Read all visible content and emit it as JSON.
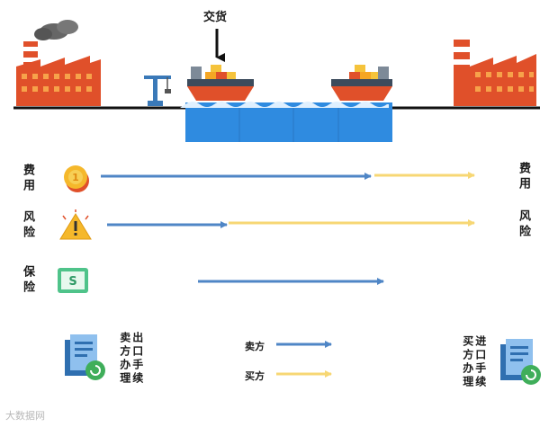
{
  "delivery_label": "交货",
  "rows": {
    "cost_left": "费用",
    "cost_right": "费用",
    "risk_left": "风险",
    "risk_right": "风险",
    "insurance_left": "保险"
  },
  "export": {
    "col1": "卖方办理",
    "col2": "出口手续"
  },
  "import": {
    "col1": "买方办理",
    "col2": "进口手续"
  },
  "legend": {
    "seller": "卖方",
    "buyer": "买方"
  },
  "colors": {
    "seller": "#4f86c6",
    "buyer": "#f7d774",
    "factory": "#e0502a",
    "sea": "#2f8be0"
  },
  "watermark": "大数据网"
}
